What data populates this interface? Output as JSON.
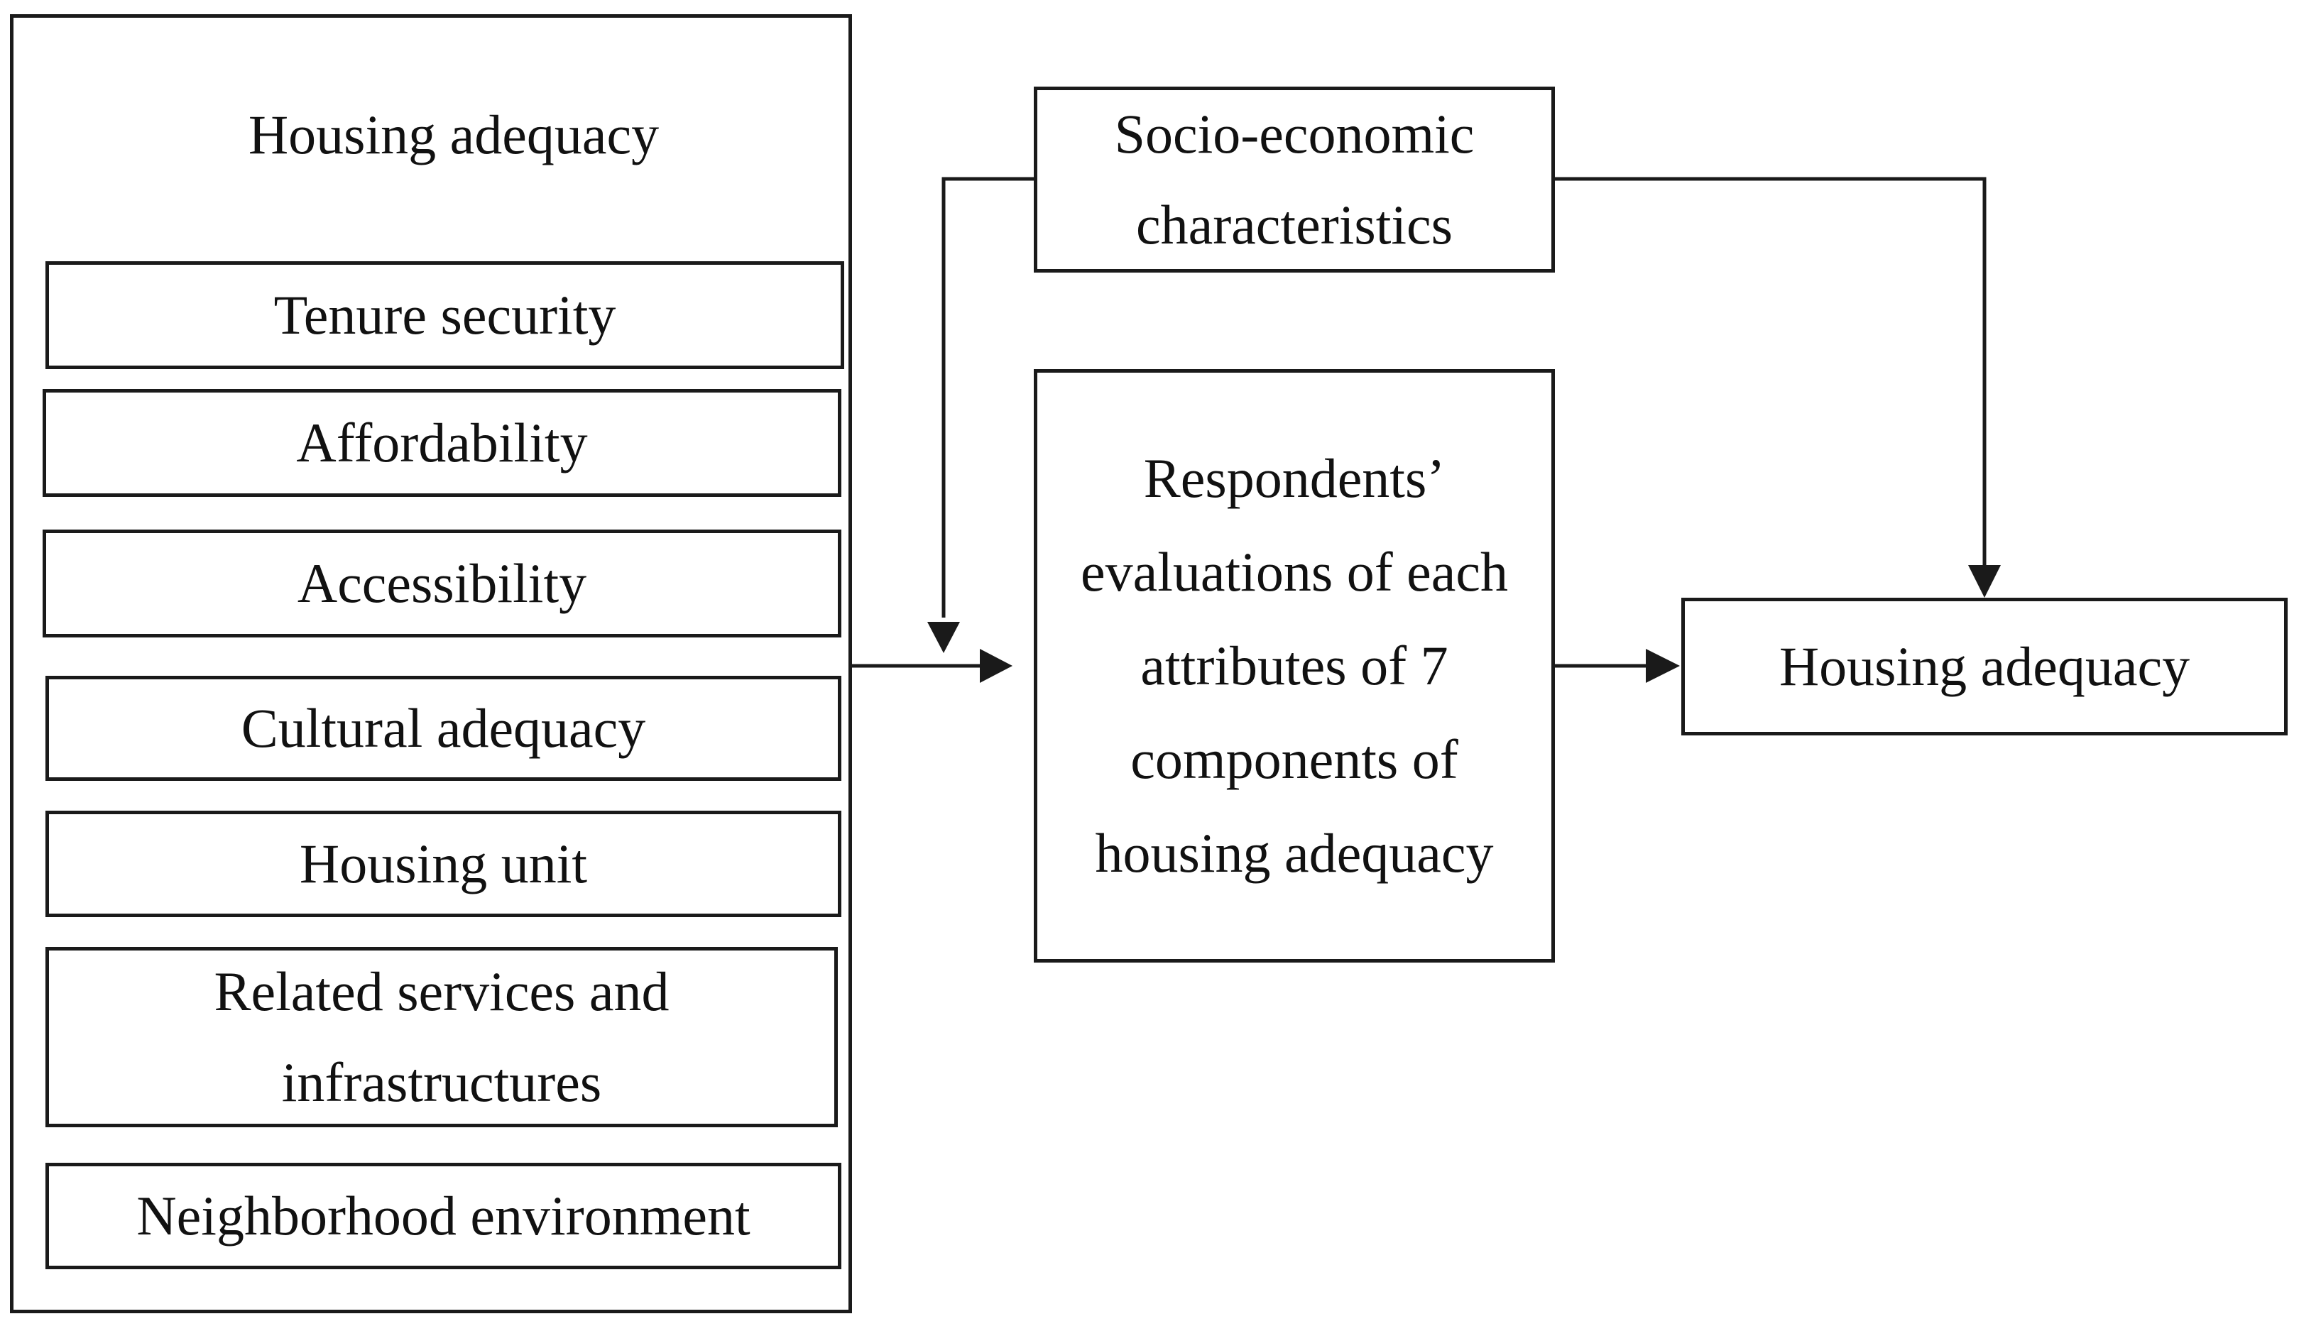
{
  "components_panel": {
    "title": "Housing adequacy",
    "items": [
      "Tenure security",
      "Affordability",
      "Accessibility",
      "Cultural adequacy",
      "Housing unit",
      "Related services and infrastructures",
      "Neighborhood environment"
    ]
  },
  "socio_box": {
    "text": "Socio-economic characteristics"
  },
  "evaluation_box": {
    "text": "Respondents’ evaluations of each attributes of 7 components of housing adequacy"
  },
  "outcome_box": {
    "text": "Housing adequacy"
  }
}
